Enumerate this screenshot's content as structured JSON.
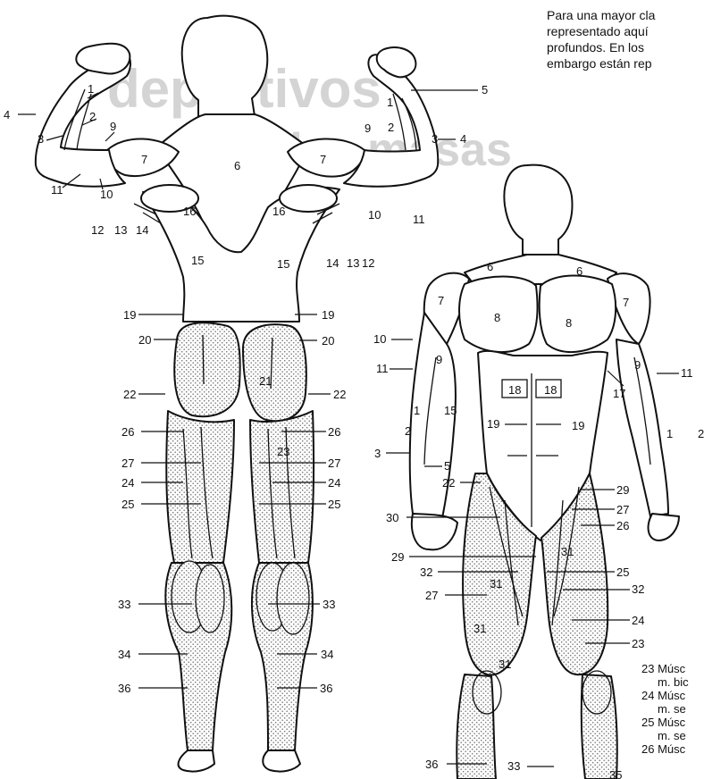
{
  "intro_lines": [
    "Para una mayor cla",
    "representado aquí",
    "profundos. En los",
    "embargo están rep"
  ],
  "back_view_labels": {
    "left": [
      "4",
      "1",
      "2",
      "3",
      "9",
      "7",
      "11",
      "10",
      "12",
      "13",
      "14",
      "16",
      "15",
      "19",
      "20",
      "22",
      "26",
      "27",
      "24",
      "25",
      "33",
      "34",
      "36"
    ],
    "right": [
      "5",
      "1",
      "2",
      "3",
      "4",
      "9",
      "7",
      "6",
      "16",
      "10",
      "11",
      "14",
      "13",
      "12",
      "15",
      "19",
      "20",
      "21",
      "22",
      "26",
      "23",
      "27",
      "24",
      "25",
      "33",
      "34",
      "36"
    ]
  },
  "front_view_labels": [
    "6",
    "6",
    "7",
    "7",
    "8",
    "8",
    "10",
    "9",
    "9",
    "11",
    "11",
    "17",
    "18",
    "18",
    "19",
    "19",
    "15",
    "1",
    "1",
    "2",
    "2",
    "3",
    "5",
    "22",
    "30",
    "29",
    "27",
    "26",
    "29",
    "32",
    "27",
    "31",
    "31",
    "31",
    "31",
    "25",
    "32",
    "24",
    "23",
    "33",
    "36",
    "35"
  ],
  "legend": [
    {
      "num": "23",
      "line1": "Músc",
      "line2": "m. bic"
    },
    {
      "num": "24",
      "line1": "Músc",
      "line2": "m. se"
    },
    {
      "num": "25",
      "line1": "Músc",
      "line2": "m. se"
    },
    {
      "num": "26",
      "line1": "Músc",
      "line2": ""
    }
  ],
  "background_watermark": [
    "deportivos",
    "para las masas"
  ],
  "colors": {
    "ink": "#111111",
    "stipple": "#6a6a6a",
    "watermark": "#c9c9c9"
  }
}
